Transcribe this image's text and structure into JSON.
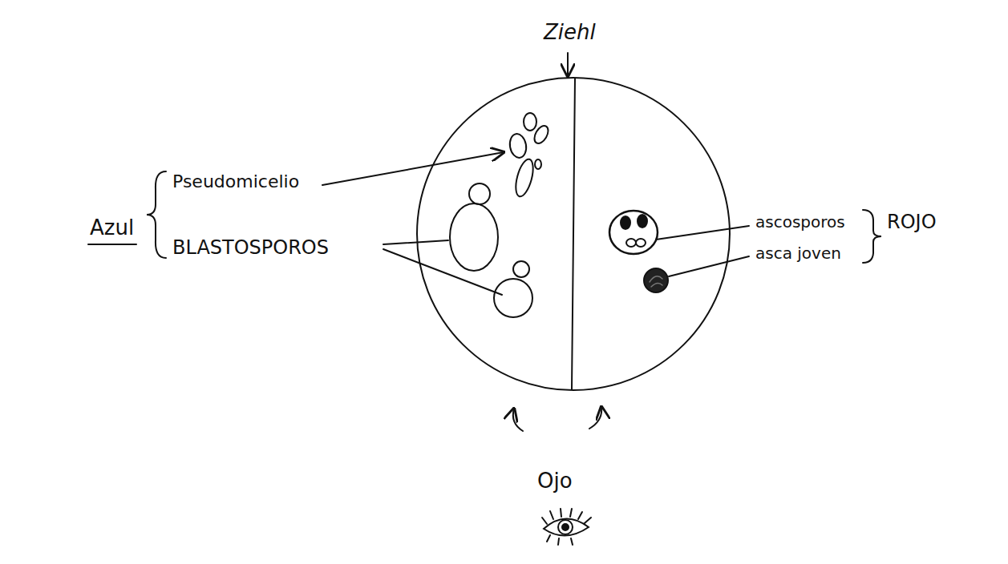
{
  "diagram": {
    "labels": [
      "Ziehl",
      "Azul",
      "Pseudomicelio",
      "BLASTOSPOROS",
      "ascosporos",
      "asca joven",
      "ROJO",
      "Ojo"
    ]
  }
}
